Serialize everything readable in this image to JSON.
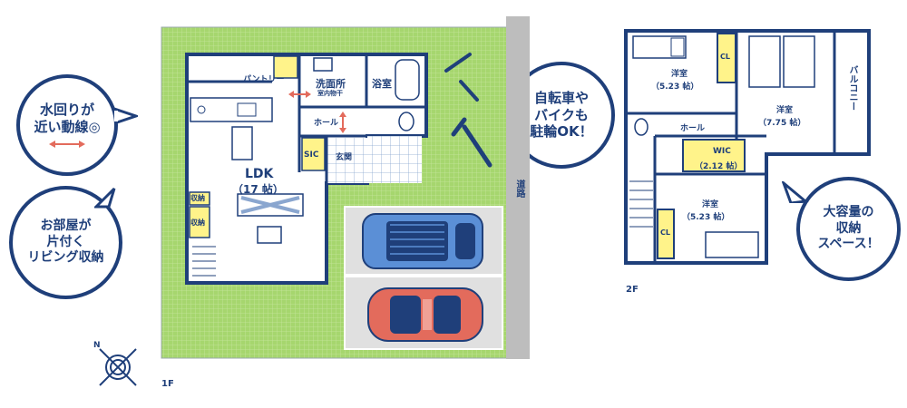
{
  "callouts": {
    "water": {
      "line1": "水回りが",
      "line2": "近い動線◎"
    },
    "storage1f": {
      "line1": "お部屋が",
      "line2": "片付く",
      "line3": "リビング収納"
    },
    "bike": {
      "line1": "自転車や",
      "line2": "バイクも",
      "line3": "駐輪OK！"
    },
    "storage2f": {
      "line1": "大容量の",
      "line2": "収納",
      "line3": "スペース！"
    }
  },
  "floor1": {
    "label": "1F",
    "road": "道路",
    "rooms": {
      "pantry": "パントリー",
      "washroom": "洗面所",
      "indoor_drying": "室内物干",
      "bath": "浴室",
      "hall": "ホール",
      "sic": "SIC",
      "entrance": "玄関",
      "ldk_name": "LDK",
      "ldk_size": "（17 帖）",
      "storage_a": "収納",
      "storage_b": "収納"
    }
  },
  "floor2": {
    "label": "2F",
    "rooms": {
      "room1_name": "洋室",
      "room1_size": "（5.23 帖）",
      "room2_name": "洋室",
      "room2_size": "（7.75 帖）",
      "room3_name": "洋室",
      "room3_size": "（5.23 帖）",
      "hall": "ホール",
      "wic_name": "WIC",
      "wic_size": "（2.12 帖）",
      "cl1": "CL",
      "cl2": "CL",
      "balcony": "バルコニー"
    }
  },
  "colors": {
    "navy": "#1f3f7a",
    "lawn": "#a6d66e",
    "storage": "#fff38a",
    "red": "#e36b5c"
  }
}
